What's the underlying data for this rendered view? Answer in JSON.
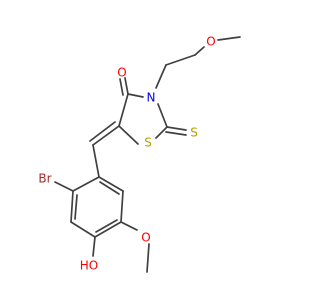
{
  "molecule": {
    "atoms": {
      "O_carbonyl": {
        "label": "O",
        "color": "#ff0000"
      },
      "N_ring": {
        "label": "N",
        "color": "#0000ff"
      },
      "O_ether_top": {
        "label": "O",
        "color": "#ff0000"
      },
      "S_ring": {
        "label": "S",
        "color": "#b2a200"
      },
      "S_thione": {
        "label": "S",
        "color": "#b2a200"
      },
      "Br": {
        "label": "Br",
        "color": "#a52a2a"
      },
      "HO": {
        "label": "HO",
        "color": "#ff0000"
      },
      "O_methoxy": {
        "label": "O",
        "color": "#ff0000"
      }
    },
    "bond_color": "#404040"
  }
}
